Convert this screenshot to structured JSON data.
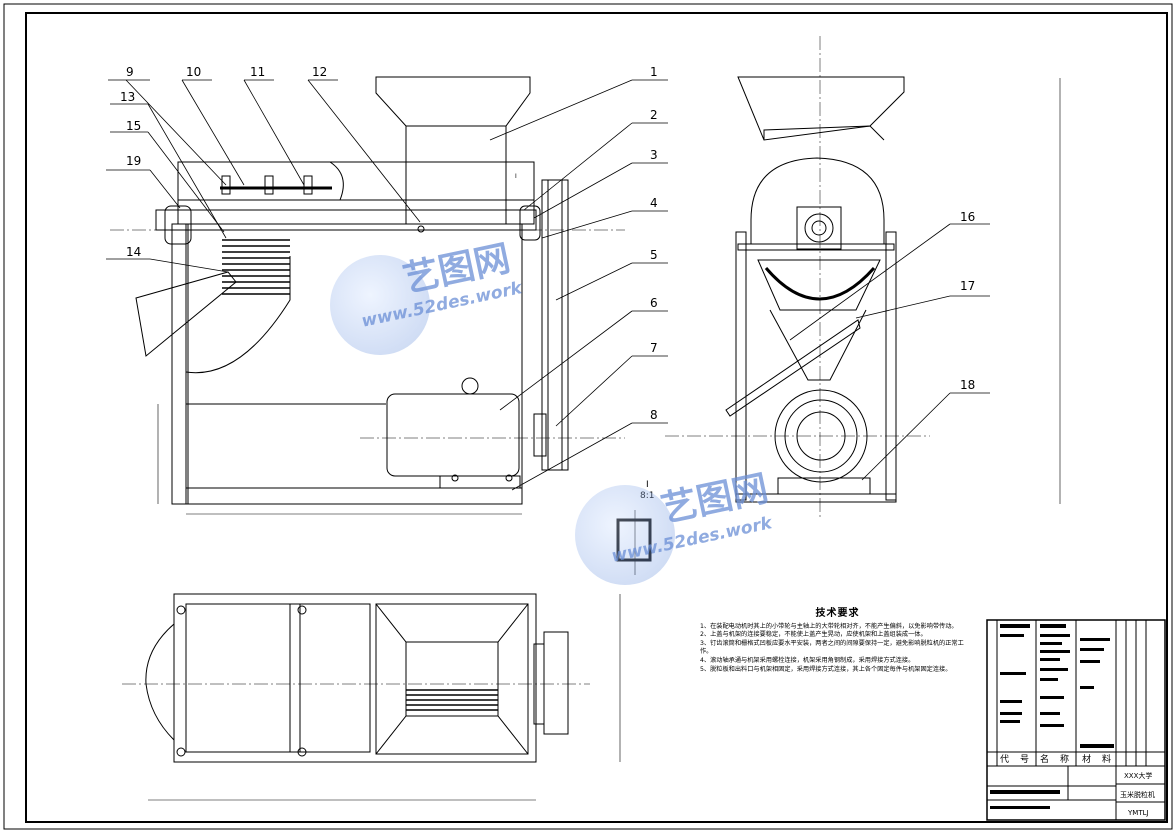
{
  "part_numbers": [
    "1",
    "2",
    "3",
    "4",
    "5",
    "6",
    "7",
    "8",
    "9",
    "10",
    "11",
    "12",
    "13",
    "14",
    "15",
    "16",
    "17",
    "18",
    "19"
  ],
  "detail": {
    "name": "I",
    "scale": "8:1"
  },
  "tech_requirements": {
    "title": "技术要求",
    "items": [
      "1、在装配电动机时其上的小带轮与主轴上的大带轮相对齐，不能产生偏斜，以免影响带传动。",
      "2、上盖与机架的连接要稳定，不能使上盖产生晃动，应使机架和上盖组装成一体。",
      "3、钉齿滚筒和栅格式凹板应要水平安装，两者之间的间隙要保持一定，避免影响脱粒机的正常工作。",
      "4、滚动轴承通与机架采用螺栓连接，机架采用角钢制成，采用焊接方式连接。",
      "5、脱粒板和出料口与机架相固定，采用焊接方式连接，其上各个固定每件与机架固定连接。"
    ]
  },
  "title_block": {
    "headers": [
      "代",
      "号",
      "名",
      "称",
      "材",
      "料"
    ],
    "university": "XXX大学",
    "drawing_name": "玉米脱粒机",
    "drawing_code": "YMTLJ"
  },
  "watermark": {
    "brand": "艺图网",
    "url": "www.52des.work"
  }
}
